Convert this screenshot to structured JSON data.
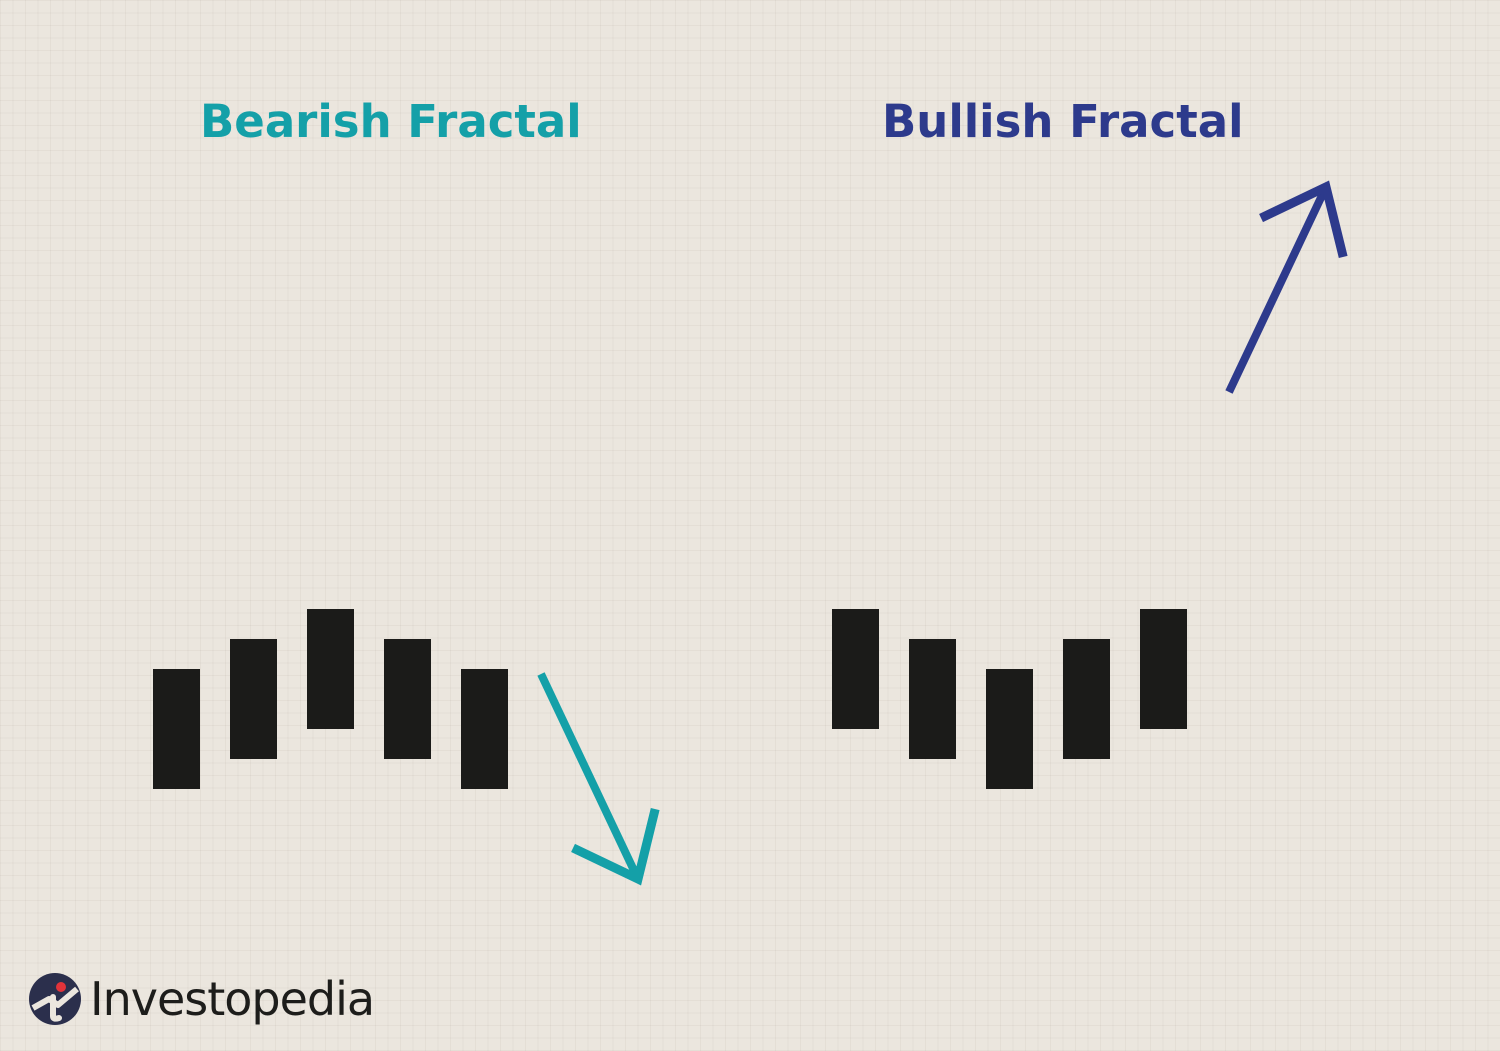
{
  "panels": [
    {
      "id": "bearish",
      "title": "Bearish Fractal",
      "title_color": "#14a0a8",
      "arrow_direction": "down-right",
      "arrow_color": "#14a0a8",
      "bars": [
        {
          "low": 2,
          "high": 6
        },
        {
          "low": 3,
          "high": 7
        },
        {
          "low": 4,
          "high": 8
        },
        {
          "low": 3,
          "high": 7
        },
        {
          "low": 2,
          "high": 6
        }
      ]
    },
    {
      "id": "bullish",
      "title": "Bullish Fractal",
      "title_color": "#2d3a8c",
      "arrow_direction": "up-right",
      "arrow_color": "#2d3a8c",
      "bars": [
        {
          "low": 4,
          "high": 8
        },
        {
          "low": 3,
          "high": 7
        },
        {
          "low": 2,
          "high": 6
        },
        {
          "low": 3,
          "high": 7
        },
        {
          "low": 4,
          "high": 8
        }
      ]
    }
  ],
  "bar_color": "#1b1b19",
  "brand": {
    "name": "Investopedia",
    "icon": "investopedia-logo-icon",
    "mark_color": "#2b2f4c",
    "accent_color": "#e2333a"
  }
}
